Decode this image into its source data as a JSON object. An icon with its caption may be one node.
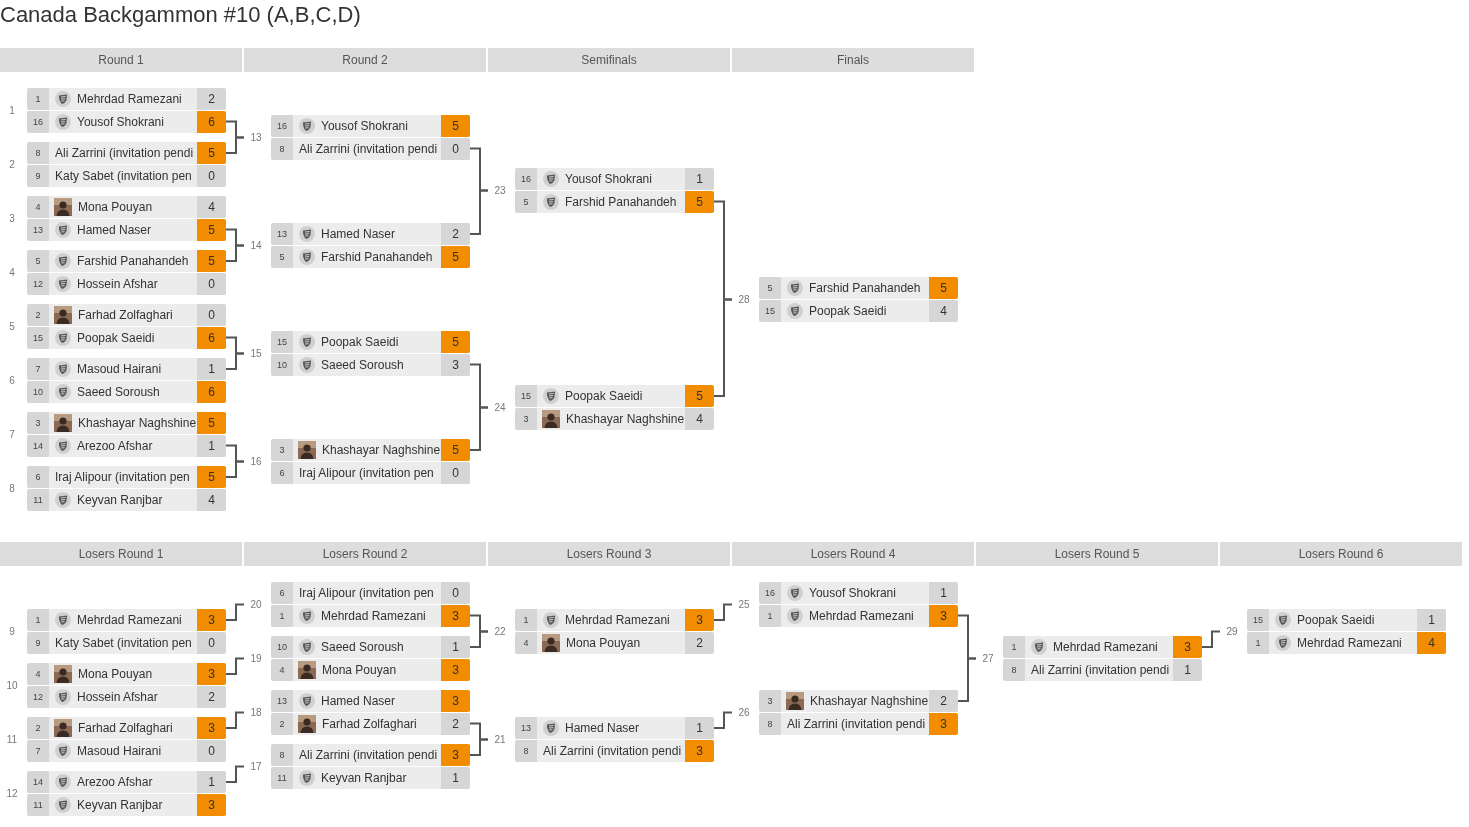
{
  "diagram": {
    "title": "Canada Backgammon #10 (A,B,C,D)",
    "nodes": [
      {
        "text": [
          "Round 1"
        ]
      },
      {
        "text": [
          "Round 2"
        ]
      },
      {
        "text": [
          "Semifinals"
        ]
      },
      {
        "text": [
          "Finals"
        ]
      },
      {
        "text": [
          "1"
        ]
      },
      {
        "text": [
          "1",
          "Mehrdad Ramezani",
          "2"
        ],
        "in": 4
      },
      {
        "text": [
          "16",
          "Yousof Shokrani",
          "6"
        ],
        "in": 4
      },
      {
        "text": [
          "2"
        ]
      },
      {
        "text": [
          "8",
          "Ali Zarrini (invitation pendi",
          "5"
        ],
        "in": 7
      },
      {
        "text": [
          "9",
          "Katy Sabet (invitation pen",
          "0"
        ],
        "in": 7
      },
      {
        "text": [
          "3"
        ]
      },
      {
        "text": [
          "4",
          "Mona Pouyan",
          "4"
        ],
        "in": 10
      },
      {
        "text": [
          "13",
          "Hamed Naser",
          "5"
        ],
        "in": 10
      },
      {
        "text": [
          "4"
        ]
      },
      {
        "text": [
          "5",
          "Farshid Panahandeh",
          "5"
        ],
        "in": 13
      },
      {
        "text": [
          "12",
          "Hossein Afshar",
          "0"
        ],
        "in": 13
      },
      {
        "text": [
          "5"
        ]
      },
      {
        "text": [
          "2",
          "Farhad Zolfaghari",
          "0"
        ],
        "in": 16
      },
      {
        "text": [
          "15",
          "Poopak Saeidi",
          "6"
        ],
        "in": 16
      },
      {
        "text": [
          "6"
        ]
      },
      {
        "text": [
          "7",
          "Masoud Hairani",
          "1"
        ],
        "in": 19
      },
      {
        "text": [
          "10",
          "Saeed Soroush",
          "6"
        ],
        "in": 19
      },
      {
        "text": [
          "7"
        ]
      },
      {
        "text": [
          "3",
          "Khashayar Naghshine",
          "5"
        ],
        "in": 22
      },
      {
        "text": [
          "14",
          "Arezoo Afshar",
          "1"
        ],
        "in": 22
      },
      {
        "text": [
          "8"
        ]
      },
      {
        "text": [
          "6",
          "Iraj Alipour (invitation pen",
          "5"
        ],
        "in": 25
      },
      {
        "text": [
          "11",
          "Keyvan Ranjbar",
          "4"
        ],
        "in": 25
      },
      {
        "text": [
          "13"
        ]
      },
      {
        "text": [
          "16",
          "Yousof Shokrani",
          "5"
        ],
        "in": 28
      },
      {
        "text": [
          "8",
          "Ali Zarrini (invitation pendi",
          "0"
        ],
        "in": 28
      },
      {
        "text": [
          "14"
        ]
      },
      {
        "text": [
          "13",
          "Hamed Naser",
          "2"
        ],
        "in": 31
      },
      {
        "text": [
          "5",
          "Farshid Panahandeh",
          "5"
        ],
        "in": 31
      },
      {
        "text": [
          "15"
        ]
      },
      {
        "text": [
          "15",
          "Poopak Saeidi",
          "5"
        ],
        "in": 34
      },
      {
        "text": [
          "10",
          "Saeed Soroush",
          "3"
        ],
        "in": 34
      },
      {
        "text": [
          "16"
        ]
      },
      {
        "text": [
          "3",
          "Khashayar Naghshine",
          "5"
        ],
        "in": 37
      },
      {
        "text": [
          "6",
          "Iraj Alipour (invitation pen",
          "0"
        ],
        "in": 37
      },
      {
        "text": [
          "23"
        ]
      },
      {
        "text": [
          "16",
          "Yousof Shokrani",
          "1"
        ],
        "in": 40
      },
      {
        "text": [
          "5",
          "Farshid Panahandeh",
          "5"
        ],
        "in": 40
      },
      {
        "text": [
          "24"
        ]
      },
      {
        "text": [
          "15",
          "Poopak Saeidi",
          "5"
        ],
        "in": 43
      },
      {
        "text": [
          "3",
          "Khashayar Naghshine",
          "4"
        ],
        "in": 43
      },
      {
        "text": [
          "28"
        ]
      },
      {
        "text": [
          "5",
          "Farshid Panahandeh",
          "5"
        ],
        "in": 46
      },
      {
        "text": [
          "15",
          "Poopak Saeidi",
          "4"
        ],
        "in": 46
      },
      {
        "text": [
          "Losers Round 1"
        ]
      },
      {
        "text": [
          "Losers Round 2"
        ]
      },
      {
        "text": [
          "Losers Round 3"
        ]
      },
      {
        "text": [
          "Losers Round 4"
        ]
      },
      {
        "text": [
          "Losers Round 5"
        ]
      },
      {
        "text": [
          "Losers Round 6"
        ]
      },
      {
        "text": [
          "9"
        ]
      },
      {
        "text": [
          "1",
          "Mehrdad Ramezani",
          "3"
        ],
        "in": 55
      },
      {
        "text": [
          "9",
          "Katy Sabet (invitation pen",
          "0"
        ],
        "in": 55
      },
      {
        "text": [
          "10"
        ]
      },
      {
        "text": [
          "4",
          "Mona Pouyan",
          "3"
        ],
        "in": 58
      },
      {
        "text": [
          "12",
          "Hossein Afshar",
          "2"
        ],
        "in": 58
      },
      {
        "text": [
          "11"
        ]
      },
      {
        "text": [
          "2",
          "Farhad Zolfaghari",
          "3"
        ],
        "in": 61
      },
      {
        "text": [
          "7",
          "Masoud Hairani",
          "0"
        ],
        "in": 61
      },
      {
        "text": [
          "12"
        ]
      },
      {
        "text": [
          "14",
          "Arezoo Afshar",
          "1"
        ],
        "in": 64
      },
      {
        "text": [
          "11",
          "Keyvan Ranjbar",
          "3"
        ],
        "in": 64
      },
      {
        "text": [
          "20"
        ]
      },
      {
        "text": [
          "6",
          "Iraj Alipour (invitation pen",
          "0"
        ],
        "in": 67
      },
      {
        "text": [
          "1",
          "Mehrdad Ramezani",
          "3"
        ],
        "in": 67
      },
      {
        "text": [
          "19"
        ]
      },
      {
        "text": [
          "10",
          "Saeed Soroush",
          "1"
        ],
        "in": 70
      },
      {
        "text": [
          "4",
          "Mona Pouyan",
          "3"
        ],
        "in": 70
      },
      {
        "text": [
          "18"
        ]
      },
      {
        "text": [
          "13",
          "Hamed Naser",
          "3"
        ],
        "in": 73
      },
      {
        "text": [
          "2",
          "Farhad Zolfaghari",
          "2"
        ],
        "in": 73
      },
      {
        "text": [
          "17"
        ]
      },
      {
        "text": [
          "8",
          "Ali Zarrini (invitation pendi",
          "3"
        ],
        "in": 76
      },
      {
        "text": [
          "11",
          "Keyvan Ranjbar",
          "1"
        ],
        "in": 76
      },
      {
        "text": [
          "22"
        ]
      },
      {
        "text": [
          "1",
          "Mehrdad Ramezani",
          "3"
        ],
        "in": 79
      },
      {
        "text": [
          "4",
          "Mona Pouyan",
          "2"
        ],
        "in": 79
      },
      {
        "text": [
          "21"
        ]
      },
      {
        "text": [
          "13",
          "Hamed Naser",
          "1"
        ],
        "in": 82
      },
      {
        "text": [
          "8",
          "Ali Zarrini (invitation pendi",
          "3"
        ],
        "in": 82
      },
      {
        "text": [
          "25"
        ]
      },
      {
        "text": [
          "16",
          "Yousof Shokrani",
          "1"
        ],
        "in": 85
      },
      {
        "text": [
          "1",
          "Mehrdad Ramezani",
          "3"
        ],
        "in": 85
      },
      {
        "text": [
          "26"
        ]
      },
      {
        "text": [
          "3",
          "Khashayar Naghshine",
          "2"
        ],
        "in": 88
      },
      {
        "text": [
          "8",
          "Ali Zarrini (invitation pendi",
          "3"
        ],
        "in": 88
      },
      {
        "text": [
          "27"
        ]
      },
      {
        "text": [
          "1",
          "Mehrdad Ramezani",
          "3"
        ],
        "in": 91
      },
      {
        "text": [
          "8",
          "Ali Zarrini (invitation pendi",
          "1"
        ],
        "in": 91
      },
      {
        "text": [
          "29"
        ]
      },
      {
        "text": [
          "15",
          "Poopak Saeidi",
          "1"
        ],
        "in": 94
      },
      {
        "text": [
          "1",
          "Mehrdad Ramezani",
          "4"
        ],
        "in": 94
      },
      {
        "text": [],
        "shape": "circle",
        "in": 5
      },
      {
        "text": [],
        "shape": "circle",
        "in": 6
      },
      {
        "text": [],
        "shape": "picture",
        "in": 11
      },
      {
        "text": [],
        "shape": "circle",
        "in": 12
      },
      {
        "text": [],
        "shape": "circle",
        "in": 14
      },
      {
        "text": [],
        "shape": "circle",
        "in": 15
      },
      {
        "text": [],
        "shape": "picture",
        "in": 17
      },
      {
        "text": [],
        "shape": "circle",
        "in": 18
      },
      {
        "text": [],
        "shape": "circle",
        "in": 20
      },
      {
        "text": [],
        "shape": "circle",
        "in": 21
      },
      {
        "text": [],
        "shape": "picture",
        "in": 23
      },
      {
        "text": [],
        "shape": "circle",
        "in": 24
      },
      {
        "text": [],
        "shape": "circle",
        "in": 27
      },
      {
        "text": [],
        "shape": "circle",
        "in": 29
      },
      {
        "text": [],
        "shape": "circle",
        "in": 32
      },
      {
        "text": [],
        "shape": "circle",
        "in": 33
      },
      {
        "text": [],
        "shape": "circle",
        "in": 35
      },
      {
        "text": [],
        "shape": "circle",
        "in": 36
      },
      {
        "text": [],
        "shape": "picture",
        "in": 38
      },
      {
        "text": [],
        "shape": "circle",
        "in": 41
      },
      {
        "text": [],
        "shape": "circle",
        "in": 42
      },
      {
        "text": [],
        "shape": "circle",
        "in": 44
      },
      {
        "text": [],
        "shape": "picture",
        "in": 45
      },
      {
        "text": [],
        "shape": "circle",
        "in": 47
      },
      {
        "text": [],
        "shape": "circle",
        "in": 48
      },
      {
        "text": [],
        "shape": "circle",
        "in": 56
      },
      {
        "text": [],
        "shape": "picture",
        "in": 59
      },
      {
        "text": [],
        "shape": "circle",
        "in": 60
      },
      {
        "text": [],
        "shape": "picture",
        "in": 62
      },
      {
        "text": [],
        "shape": "circle",
        "in": 63
      },
      {
        "text": [],
        "shape": "circle",
        "in": 65
      },
      {
        "text": [],
        "shape": "circle",
        "in": 66
      },
      {
        "text": [],
        "shape": "circle",
        "in": 69
      },
      {
        "text": [],
        "shape": "circle",
        "in": 71
      },
      {
        "text": [],
        "shape": "picture",
        "in": 72
      },
      {
        "text": [],
        "shape": "circle",
        "in": 74
      },
      {
        "text": [],
        "shape": "picture",
        "in": 75
      },
      {
        "text": [],
        "shape": "circle",
        "in": 78
      },
      {
        "text": [],
        "shape": "circle",
        "in": 80
      },
      {
        "text": [],
        "shape": "picture",
        "in": 81
      },
      {
        "text": [],
        "shape": "circle",
        "in": 83
      },
      {
        "text": [],
        "shape": "circle",
        "in": 86
      },
      {
        "text": [],
        "shape": "circle",
        "in": 87
      },
      {
        "text": [],
        "shape": "picture",
        "in": 89
      },
      {
        "text": [],
        "shape": "circle",
        "in": 92
      },
      {
        "text": [],
        "shape": "circle",
        "in": 95
      },
      {
        "text": [],
        "shape": "circle",
        "in": 96
      }
    ],
    "edges": [
      {
        "from": 4,
        "to": 28,
        "arrow": "none"
      },
      {
        "from": 7,
        "to": 28,
        "arrow": "none"
      },
      {
        "from": 10,
        "to": 31,
        "arrow": "none"
      },
      {
        "from": 13,
        "to": 31,
        "arrow": "none"
      },
      {
        "from": 16,
        "to": 34,
        "arrow": "none"
      },
      {
        "from": 19,
        "to": 34,
        "arrow": "none"
      },
      {
        "from": 22,
        "to": 37,
        "arrow": "none"
      },
      {
        "from": 25,
        "to": 37,
        "arrow": "none"
      },
      {
        "from": 28,
        "to": 40,
        "arrow": "none"
      },
      {
        "from": 31,
        "to": 40,
        "arrow": "none"
      },
      {
        "from": 34,
        "to": 43,
        "arrow": "none"
      },
      {
        "from": 37,
        "to": 43,
        "arrow": "none"
      },
      {
        "from": 40,
        "to": 46,
        "arrow": "none"
      },
      {
        "from": 43,
        "to": 46,
        "arrow": "none"
      },
      {
        "from": 55,
        "to": 67,
        "arrow": "none"
      },
      {
        "from": 58,
        "to": 70,
        "arrow": "none"
      },
      {
        "from": 61,
        "to": 73,
        "arrow": "none"
      },
      {
        "from": 64,
        "to": 76,
        "arrow": "none"
      },
      {
        "from": 67,
        "to": 79,
        "arrow": "none"
      },
      {
        "from": 70,
        "to": 79,
        "arrow": "none"
      },
      {
        "from": 73,
        "to": 82,
        "arrow": "none"
      },
      {
        "from": 76,
        "to": 82,
        "arrow": "none"
      },
      {
        "from": 79,
        "to": 85,
        "arrow": "none"
      },
      {
        "from": 82,
        "to": 88,
        "arrow": "none"
      },
      {
        "from": 85,
        "to": 91,
        "arrow": "none"
      },
      {
        "from": 88,
        "to": 91,
        "arrow": "none"
      },
      {
        "from": 91,
        "to": 94,
        "arrow": "none"
      }
    ]
  }
}
